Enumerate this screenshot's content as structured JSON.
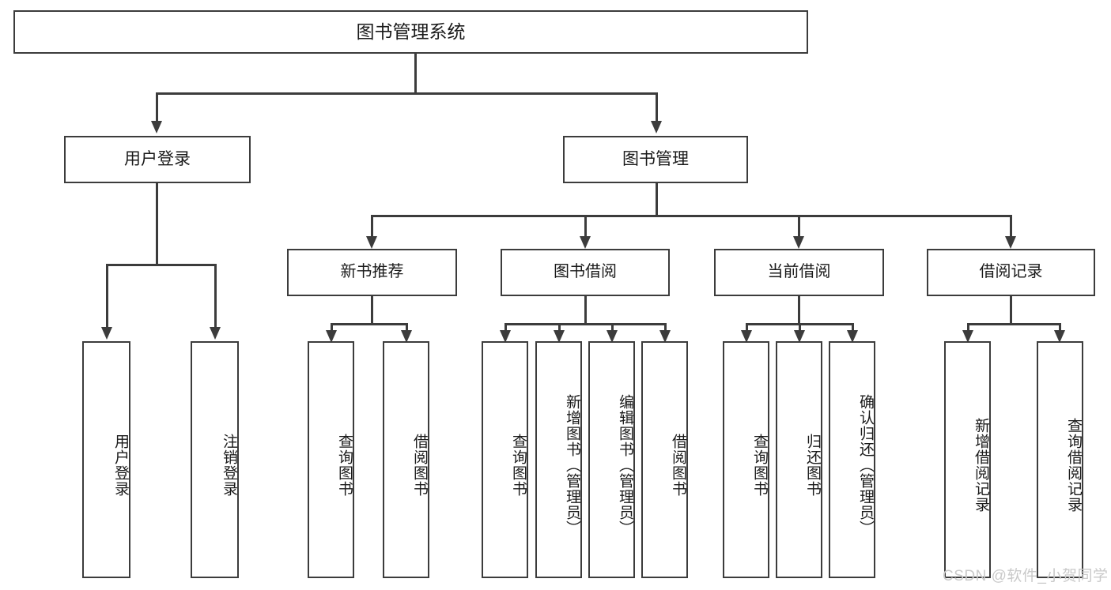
{
  "diagram": {
    "title": "图书管理系统",
    "type": "hierarchy-tree",
    "root": {
      "id": "root",
      "label": "图书管理系统"
    },
    "level2": [
      {
        "id": "user-login",
        "label": "用户登录"
      },
      {
        "id": "book-manage",
        "label": "图书管理"
      }
    ],
    "level3": [
      {
        "id": "new-book-recommend",
        "label": "新书推荐"
      },
      {
        "id": "book-borrow",
        "label": "图书借阅"
      },
      {
        "id": "current-borrow",
        "label": "当前借阅"
      },
      {
        "id": "borrow-record",
        "label": "借阅记录"
      }
    ],
    "leaves": {
      "user_login": [
        {
          "id": "leaf-user-login",
          "label": "用户登录"
        },
        {
          "id": "leaf-user-logout",
          "label": "注销登录"
        }
      ],
      "new_book_recommend": [
        {
          "id": "leaf-query-book-1",
          "label": "查询图书"
        },
        {
          "id": "leaf-borrow-book-1",
          "label": "借阅图书"
        }
      ],
      "book_borrow": [
        {
          "id": "leaf-query-book-2",
          "label": "查询图书"
        },
        {
          "id": "leaf-add-book",
          "label": "新增图书（管理员）"
        },
        {
          "id": "leaf-edit-book",
          "label": "编辑图书（管理员）"
        },
        {
          "id": "leaf-borrow-book-2",
          "label": "借阅图书"
        }
      ],
      "current_borrow": [
        {
          "id": "leaf-query-book-3",
          "label": "查询图书"
        },
        {
          "id": "leaf-return-book",
          "label": "归还图书"
        },
        {
          "id": "leaf-confirm-return",
          "label": "确认归还（管理员）"
        }
      ],
      "borrow_record": [
        {
          "id": "leaf-add-record",
          "label": "新增借阅记录"
        },
        {
          "id": "leaf-query-record",
          "label": "查询借阅记录"
        }
      ]
    }
  },
  "watermark": {
    "text": "CSDN @软件_小贺同学"
  },
  "colors": {
    "stroke": "#3c3c3c",
    "text": "#1a1a1a",
    "background": "#ffffff",
    "watermark": "#c9c9c9"
  }
}
